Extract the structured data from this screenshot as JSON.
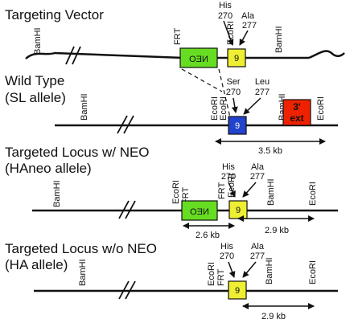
{
  "sections": {
    "targeting_vector": "Targeting Vector",
    "wild_type_line1": "Wild Type",
    "wild_type_line2": "(SL allele)",
    "targeted_neo_line1": "Targeted Locus w/ NEO",
    "targeted_neo_line2": "(HAneo allele)",
    "targeted_noneo_line1": "Targeted Locus w/o NEO",
    "targeted_noneo_line2": "(HA allele)"
  },
  "labels": {
    "bamhi": "BamHI",
    "ecori": "EcoRI",
    "frt": "FRT",
    "neo": "NEO",
    "exon9": "9",
    "ext_line1": "3'",
    "ext_line2": "ext",
    "his": "His",
    "ala": "Ala",
    "ser": "Ser",
    "leu": "Leu",
    "pos270": "270",
    "pos277": "277"
  },
  "distances": {
    "wt": "3.5 kb",
    "neo_left": "2.6 kb",
    "neo_right": "2.9 kb",
    "noneo": "2.9 kb"
  },
  "colors": {
    "neo": "#66dd22",
    "exon_tv": "#eeee33",
    "exon_wt": "#2244cc",
    "ext": "#ee2200"
  }
}
